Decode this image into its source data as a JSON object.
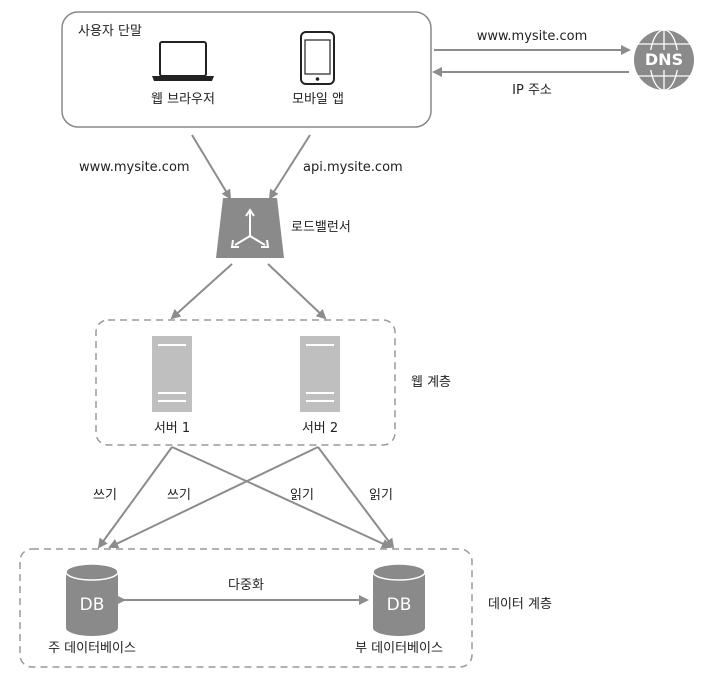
{
  "colors": {
    "line": "#8c8c8c",
    "box_border": "#888888",
    "dashed_border": "#9a9a9a",
    "server": "#bfbfbf",
    "db": "#8a8a8a",
    "load_balancer": "#8a8a8a",
    "dns": "#8a8a8a"
  },
  "user_terminal": {
    "title": "사용자 단말",
    "web_browser": "웹 브라우저",
    "mobile_app": "모바일 앱"
  },
  "dns": {
    "label": "DNS",
    "request": "www.mysite.com",
    "response": "IP 주소"
  },
  "routes": {
    "web": "www.mysite.com",
    "api": "api.mysite.com"
  },
  "load_balancer": {
    "label": "로드밸런서"
  },
  "web_tier": {
    "label": "웹 계층",
    "server1": "서버 1",
    "server2": "서버 2"
  },
  "edges": {
    "write1": "쓰기",
    "write2": "쓰기",
    "read1": "읽기",
    "read2": "읽기",
    "replication": "다중화"
  },
  "data_tier": {
    "label": "데이터 계층",
    "primary": "주 데이터베이스",
    "replica": "부 데이터베이스",
    "db_text": "DB"
  }
}
